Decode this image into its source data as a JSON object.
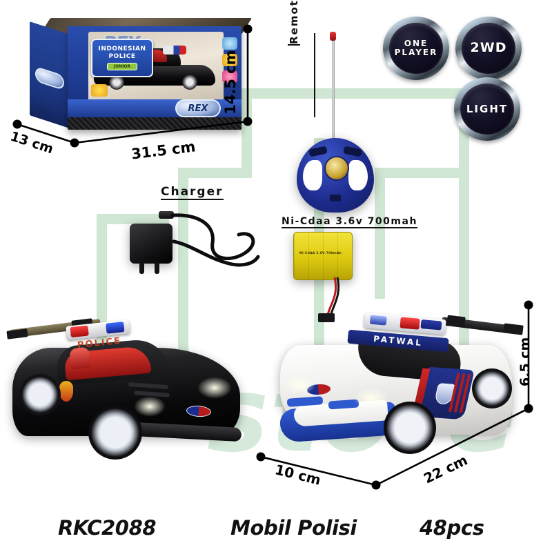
{
  "product": {
    "code": "RKC2088",
    "name": "Mobil Polisi",
    "quantity": "48pcs"
  },
  "package": {
    "front_title_line1": "INDONESIAN",
    "front_title_line2": "POLICE",
    "badge": "JUNIOR",
    "brand": "REX",
    "dimensions": {
      "length": "31.5 cm",
      "depth": "13 cm",
      "height": "14.5 cm"
    }
  },
  "feature_badges": [
    {
      "id": "one-player",
      "line1": "ONE",
      "line2": "PLAYER"
    },
    {
      "id": "two-wd",
      "line1": "2WD",
      "line2": ""
    },
    {
      "id": "light",
      "line1": "LIGHT",
      "line2": ""
    }
  ],
  "accessories": {
    "remote": {
      "label": "Remote Control"
    },
    "charger": {
      "label": "Charger"
    },
    "battery": {
      "label": "Ni-Cdaa 3.6v 700mah",
      "cell_print": "Ni-CdAA 3.6V 700mAh"
    }
  },
  "cars": {
    "black": {
      "roof_text": "POLICE"
    },
    "white": {
      "roof_text": "PATWAL"
    }
  },
  "car_dimensions": {
    "length": "22 cm",
    "width": "10 cm",
    "height": "6.5 cm"
  },
  "watermark": {
    "text": "store"
  },
  "colors": {
    "watermark_green": "#cfe6d2",
    "box_blue": "#1b3f8f",
    "remote_blue": "#1e2f8e",
    "battery_yellow": "#e8d61c",
    "badge_dark": "#0b0918",
    "accent_red": "#cc1d1d"
  }
}
